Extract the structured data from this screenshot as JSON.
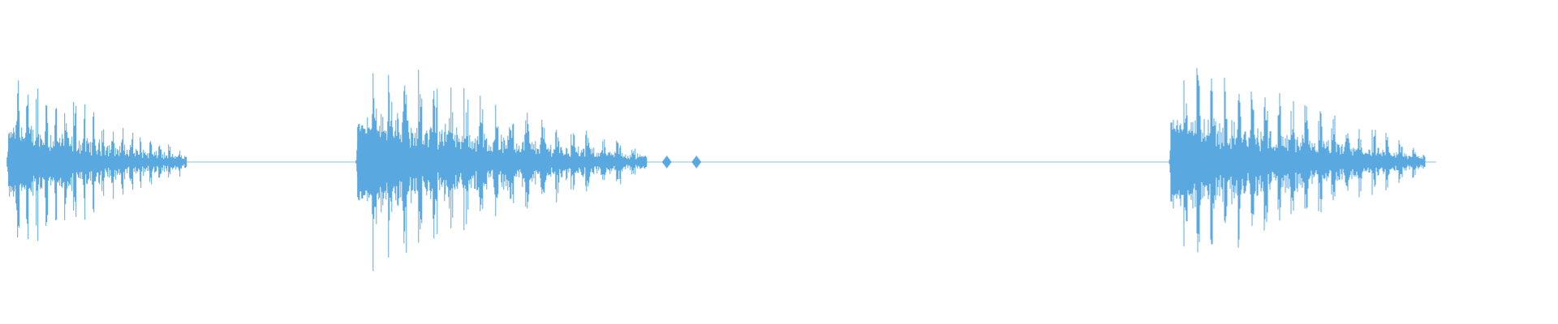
{
  "waveform": {
    "color": "#5aa8e0",
    "segments": [
      {
        "id": "segment-1",
        "start": 0.004,
        "end": 0.12,
        "peak": 0.82
      },
      {
        "id": "segment-2",
        "start": 0.228,
        "end": 0.415,
        "peak": 1.0
      },
      {
        "id": "segment-3",
        "start": 0.75,
        "end": 0.915,
        "peak": 1.0
      }
    ],
    "blips": [
      0.428,
      0.447
    ]
  }
}
